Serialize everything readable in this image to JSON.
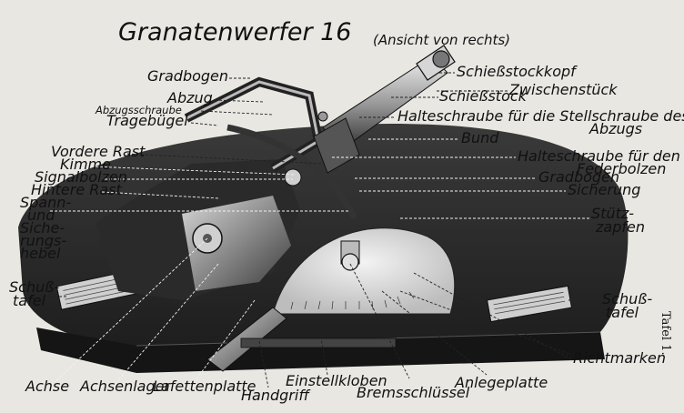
{
  "title": "Granatenwerfer 16",
  "subtitle": "(Ansicht von rechts)",
  "plate": "Tafel 1.",
  "labels": {
    "gradbogen_top": "Gradbogen",
    "abzug": "Abzug",
    "abzugsschraube": "Abzugsschraube",
    "tragebuegel": "Tragebügel",
    "vordere_rast": "Vordere Rast",
    "kimme": "Kimme",
    "signalbolzen": "Signalbolzen",
    "hintere_rast": "Hintere Rast",
    "spannhebel_1": "Spann-",
    "spannhebel_2": "und",
    "spannhebel_3": "Siche-",
    "spannhebel_4": "rungs-",
    "spannhebel_5": "hebel",
    "schusstafel_left_1": "Schuß-",
    "schusstafel_left_2": "tafel",
    "schiessstockkopf": "Schießstockkopf",
    "zwischenstueck": "Zwischenstück",
    "schiessstock": "Schießstock",
    "halteschraube_stell_1": "Halteschraube für die Stellschraube des",
    "halteschraube_stell_2": "Abzugs",
    "bund": "Bund",
    "halteschraube_feder_1": "Halteschraube für den",
    "halteschraube_feder_2": "Federbolzen",
    "gradbogen_right": "Gradbogen",
    "sicherung": "Sicherung",
    "stuetzzapfen_1": "Stütz-",
    "stuetzzapfen_2": "zapfen",
    "schusstafel_right_1": "Schuß-",
    "schusstafel_right_2": "tafel",
    "richtmarken": "Richtmarken",
    "achse": "Achse",
    "achsenlager": "Achsenlager",
    "lafettenplatte": "Lafettenplatte",
    "handgriff": "Handgriff",
    "einstellkloben": "Einstellkloben",
    "bremsschluessel": "Bremsschlüssel",
    "anlegeplatte": "Anlegeplatte"
  },
  "colors": {
    "paper": "#e9e7e2",
    "ink": "#111111",
    "plate_dark": "#2b2b2b",
    "metal_mid": "#7a7a7a",
    "metal_light": "#c9c9c9"
  }
}
